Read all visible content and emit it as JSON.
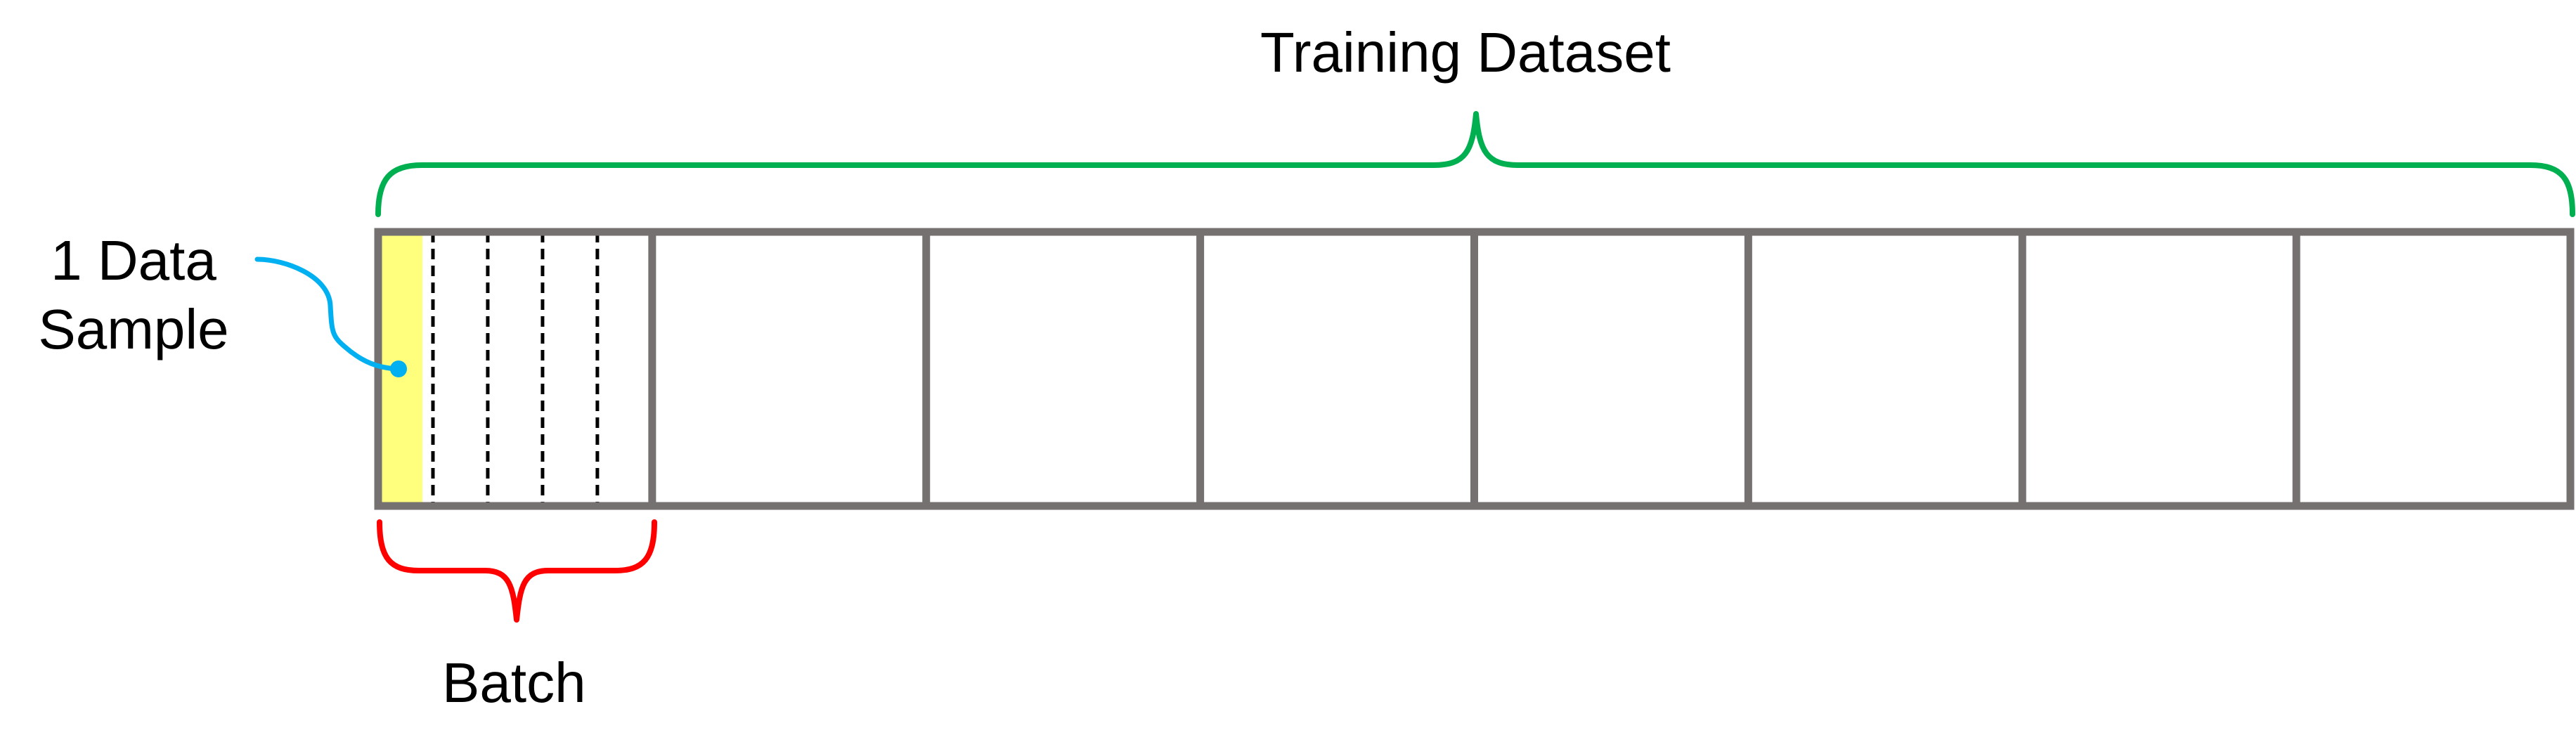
{
  "diagram": {
    "title": "Training Dataset",
    "batch_label": "Batch",
    "sample_label_line1": "1 Data",
    "sample_label_line2": "Sample",
    "num_batches": 8,
    "samples_per_batch": 5,
    "colors": {
      "dataset_border": "#757171",
      "sample_divider": "#000000",
      "sample_highlight": "#ffff66",
      "dataset_brace": "#00b050",
      "batch_brace": "#ff0000",
      "pointer": "#00b0f0"
    }
  }
}
